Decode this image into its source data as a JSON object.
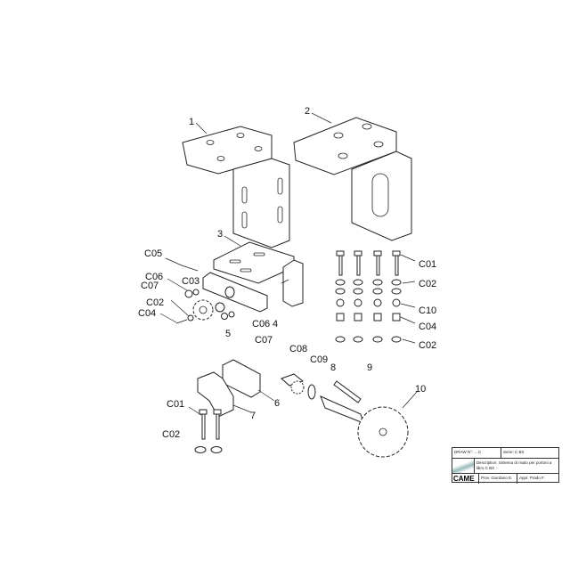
{
  "callouts": {
    "p1": "1",
    "p2": "2",
    "p3": "3",
    "p4": "4",
    "p5": "5",
    "p6": "6",
    "p7": "7",
    "p8": "8",
    "p9": "9",
    "p10": "10",
    "c05": "C05",
    "c06a": "C06",
    "c03": "C03",
    "c07a": "C07",
    "c02a": "C02",
    "c04a": "C04",
    "c06b": "C06",
    "c07b": "C07",
    "c01r": "C01",
    "c02r1": "C02",
    "c10": "C10",
    "c04r": "C04",
    "c02r2": "C02",
    "c08": "C08",
    "c09": "C09",
    "c01l": "C01",
    "c02l": "C02"
  },
  "title_block": {
    "draw_no": "DRAW N°: …C",
    "serie": "Serie: C BX",
    "description": "Description: Sistema di risalo per portoni a libro C BX",
    "brand": "CAME",
    "prov": "Prov. Giordano E.",
    "appr": "Appr. Prado F."
  }
}
